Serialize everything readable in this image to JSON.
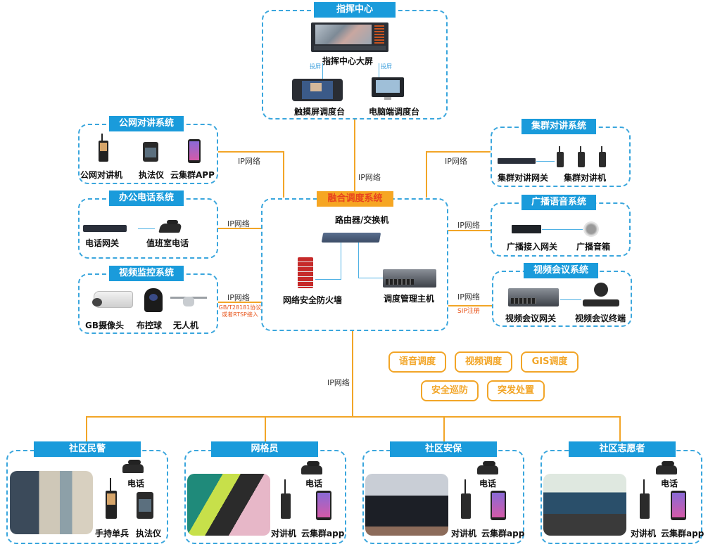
{
  "command_center": {
    "title": "指挥中心",
    "big_screen": "指挥中心大屏",
    "cast_label": "投屏",
    "touch_console": "触摸屏调度台",
    "pc_console": "电脑端调度台"
  },
  "network_label": "IP网络",
  "public_intercom": {
    "title": "公网对讲系统",
    "devices": [
      "公网对讲机",
      "执法仪",
      "云集群APP"
    ]
  },
  "office_phone": {
    "title": "办公电话系统",
    "devices": [
      "电话网关",
      "值班室电话"
    ]
  },
  "video_surveillance": {
    "title": "视频监控系统",
    "devices": [
      "GB摄像头",
      "布控球",
      "无人机"
    ],
    "protocol_note_line1": "GB/T28181协议",
    "protocol_note_line2": "或者RTSP接入"
  },
  "fusion_dispatch": {
    "title": "融合调度系统",
    "router": "路由器/交换机",
    "firewall": "网络安全防火墙",
    "host": "调度管理主机"
  },
  "trunk_intercom": {
    "title": "集群对讲系统",
    "devices": [
      "集群对讲网关",
      "集群对讲机"
    ]
  },
  "broadcast": {
    "title": "广播语音系统",
    "devices": [
      "广播接入网关",
      "广播音箱"
    ]
  },
  "video_conference": {
    "title": "视频会议系统",
    "devices": [
      "视频会议网关",
      "视频会议终端"
    ],
    "sip_note": "SIP注册"
  },
  "functions": [
    "语音调度",
    "视频调度",
    "GIS调度",
    "安全巡防",
    "突发处置"
  ],
  "endpoints": [
    {
      "title": "社区民警",
      "phone": "电话",
      "device1": "手持单兵",
      "device2": "执法仪"
    },
    {
      "title": "网格员",
      "phone": "电话",
      "device1": "对讲机",
      "device2": "云集群app"
    },
    {
      "title": "社区安保",
      "phone": "电话",
      "device1": "对讲机",
      "device2": "云集群app"
    },
    {
      "title": "社区志愿者",
      "phone": "电话",
      "device1": "对讲机",
      "device2": "云集群app"
    }
  ],
  "colors": {
    "blue_accent": "#1a9bdb",
    "orange_accent": "#f2a527",
    "note_red": "#e8571e"
  }
}
